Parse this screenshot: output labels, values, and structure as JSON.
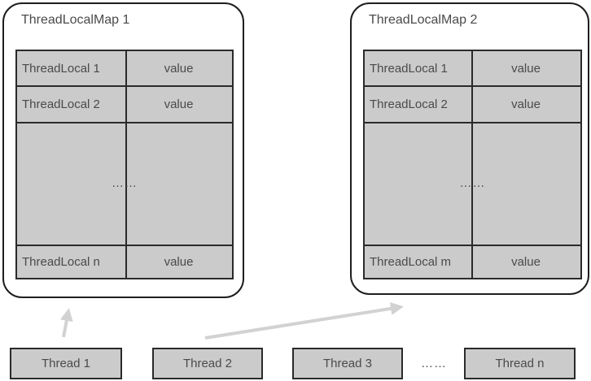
{
  "diagram": {
    "maps": [
      {
        "title": "ThreadLocalMap 1",
        "rows": [
          {
            "key": "ThreadLocal 1",
            "value": "value"
          },
          {
            "key": "ThreadLocal 2",
            "value": "value"
          },
          {
            "key": "ThreadLocal n",
            "value": "value"
          }
        ],
        "ellipsis": "……"
      },
      {
        "title": "ThreadLocalMap 2",
        "rows": [
          {
            "key": "ThreadLocal 1",
            "value": "value"
          },
          {
            "key": "ThreadLocal 2",
            "value": "value"
          },
          {
            "key": "ThreadLocal m",
            "value": "value"
          }
        ],
        "ellipsis": "……"
      }
    ],
    "threads": [
      "Thread 1",
      "Thread 2",
      "Thread 3",
      "Thread n"
    ],
    "threads_ellipsis": "……",
    "colors": {
      "cell_fill": "#cbcbcb",
      "line": "#2a2a2a",
      "text": "#4a4a4a",
      "arrow": "#d2d2d2",
      "box_border": "#1e1e1e"
    }
  }
}
